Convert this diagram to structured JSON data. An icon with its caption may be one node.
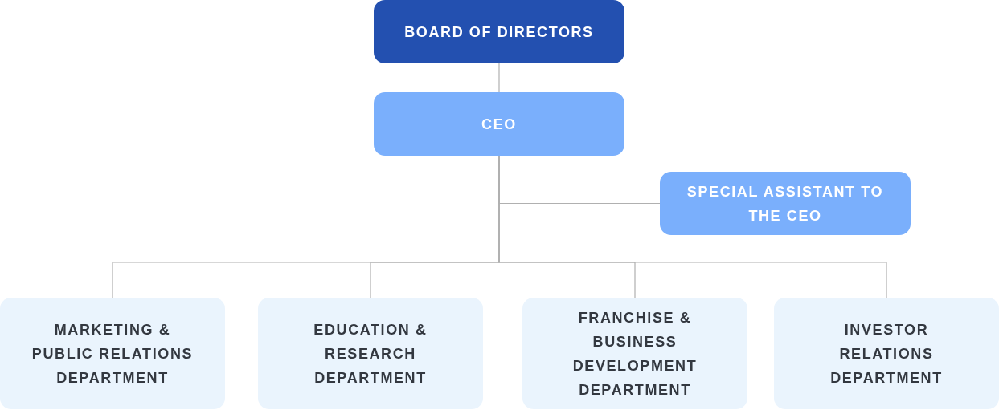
{
  "diagram": {
    "nodes": [
      {
        "text": [
          "BOARD OF DIRECTORS"
        ]
      },
      {
        "text": [
          "CEO"
        ]
      },
      {
        "text": [
          "SPECIAL ASSISTANT TO THE CEO"
        ]
      },
      {
        "text": [
          "MARKETING & PUBLIC RELATIONS DEPARTMENT"
        ]
      },
      {
        "text": [
          "EDUCATION & RESEARCH DEPARTMENT"
        ]
      },
      {
        "text": [
          "FRANCHISE & BUSINESS DEVELOPMENT DEPARTMENT"
        ]
      },
      {
        "text": [
          "INVESTOR RELATIONS DEPARTMENT"
        ]
      }
    ],
    "edges": [
      {
        "from": 0,
        "to": 1,
        "arrow": "none"
      },
      {
        "from": 1,
        "to": 2,
        "arrow": "none"
      },
      {
        "from": 1,
        "to": 3,
        "arrow": "none"
      },
      {
        "from": 1,
        "to": 4,
        "arrow": "none"
      },
      {
        "from": 1,
        "to": 5,
        "arrow": "none"
      },
      {
        "from": 1,
        "to": 6,
        "arrow": "none"
      }
    ]
  }
}
